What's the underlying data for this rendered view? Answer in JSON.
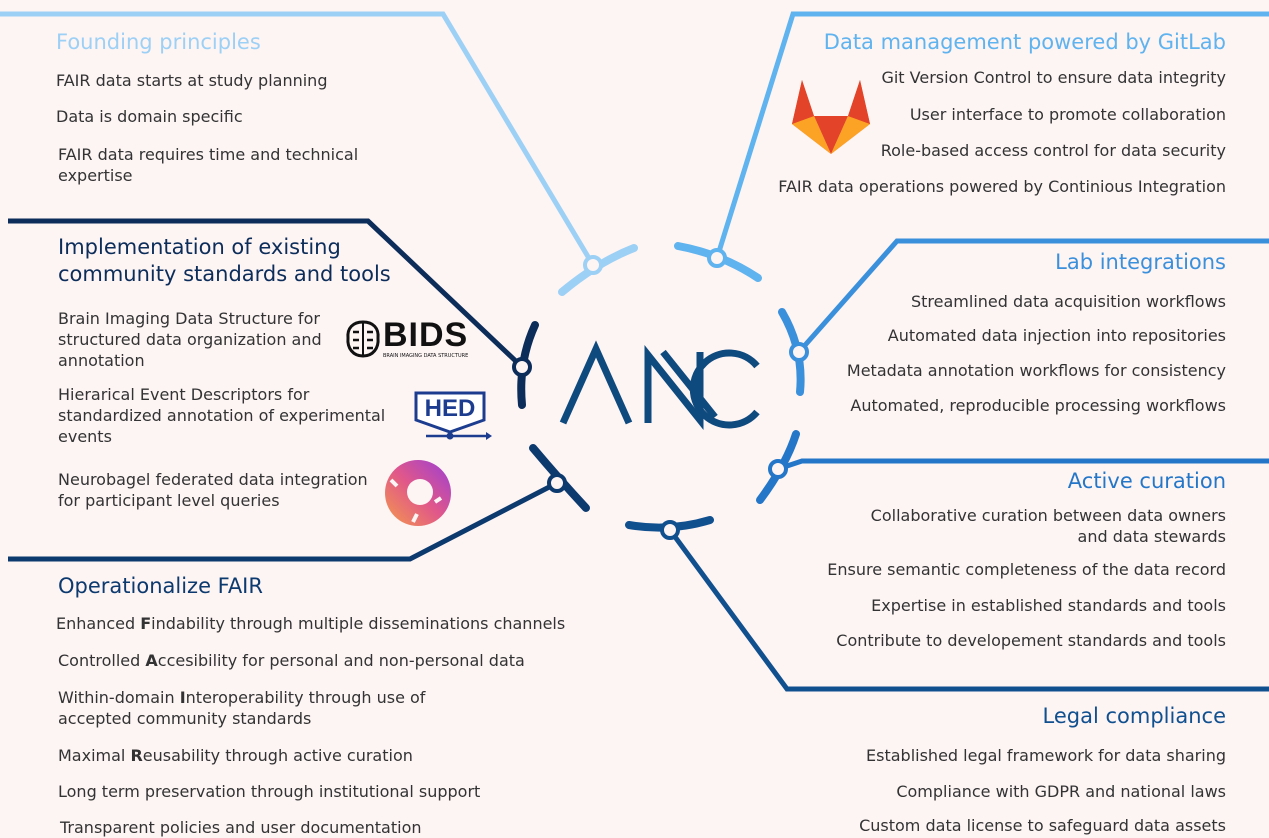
{
  "center_logo": "ANC",
  "founding": {
    "title": "Founding principles",
    "items": [
      "FAIR data starts at study planning",
      "Data is domain specific",
      "FAIR data requires time and technical expertise"
    ]
  },
  "implementation": {
    "title": "Implementation of existing community standards and tools",
    "items": [
      "Brain Imaging Data Structure for structured data organization and annotation",
      "Hierarical Event Descriptors for standardized annotation of experimental events",
      "Neurobagel federated data integration for participant level queries"
    ],
    "logos": {
      "bids": "BIDS",
      "bids_sub": "BRAIN IMAGING DATA STRUCTURE",
      "hed": "HED"
    }
  },
  "operationalize": {
    "title": "Operationalize FAIR",
    "items": [
      {
        "pre": "Enhanced ",
        "letter": "F",
        "post": "indability through multiple disseminations channels"
      },
      {
        "pre": "Controlled ",
        "letter": "A",
        "post": "ccesibility for personal and non-personal data"
      },
      {
        "pre": "Within-domain ",
        "letter": "I",
        "post": "nteroperability through use of accepted community standards"
      },
      {
        "pre": "Maximal ",
        "letter": "R",
        "post": "eusability through active curation"
      },
      {
        "pre": "",
        "letter": "",
        "post": "Long term preservation through institutional support"
      },
      {
        "pre": "",
        "letter": "",
        "post": "Transparent policies and user documentation"
      }
    ]
  },
  "gitlab": {
    "title": "Data management powered by GitLab",
    "items": [
      "Git Version Control to ensure data integrity",
      "User interface to promote collaboration",
      "Role-based access control for data security",
      "FAIR data operations powered by Continious Integration"
    ]
  },
  "lab": {
    "title": "Lab integrations",
    "items": [
      "Streamlined data acquisition workflows",
      "Automated data injection into repositories",
      "Metadata annotation workflows for consistency",
      "Automated, reproducible processing workflows"
    ]
  },
  "curation": {
    "title": "Active curation",
    "items": [
      "Collaborative curation between data owners and data stewards",
      "Ensure semantic completeness of the data record",
      "Expertise in established standards and tools",
      "Contribute to developement standards and tools"
    ]
  },
  "legal": {
    "title": "Legal compliance",
    "items": [
      "Established legal framework for data sharing",
      "Compliance with GDPR and national laws",
      "Custom data license to safeguard data assets"
    ]
  },
  "colors": {
    "founding": "#9dd0f5",
    "implementation": "#0c2d59",
    "operationalize": "#0c3a6e",
    "gitlab": "#5fb3ee",
    "lab": "#3b90dc",
    "curation": "#2477c8",
    "legal": "#11508f",
    "center": "#0f4a7e"
  }
}
